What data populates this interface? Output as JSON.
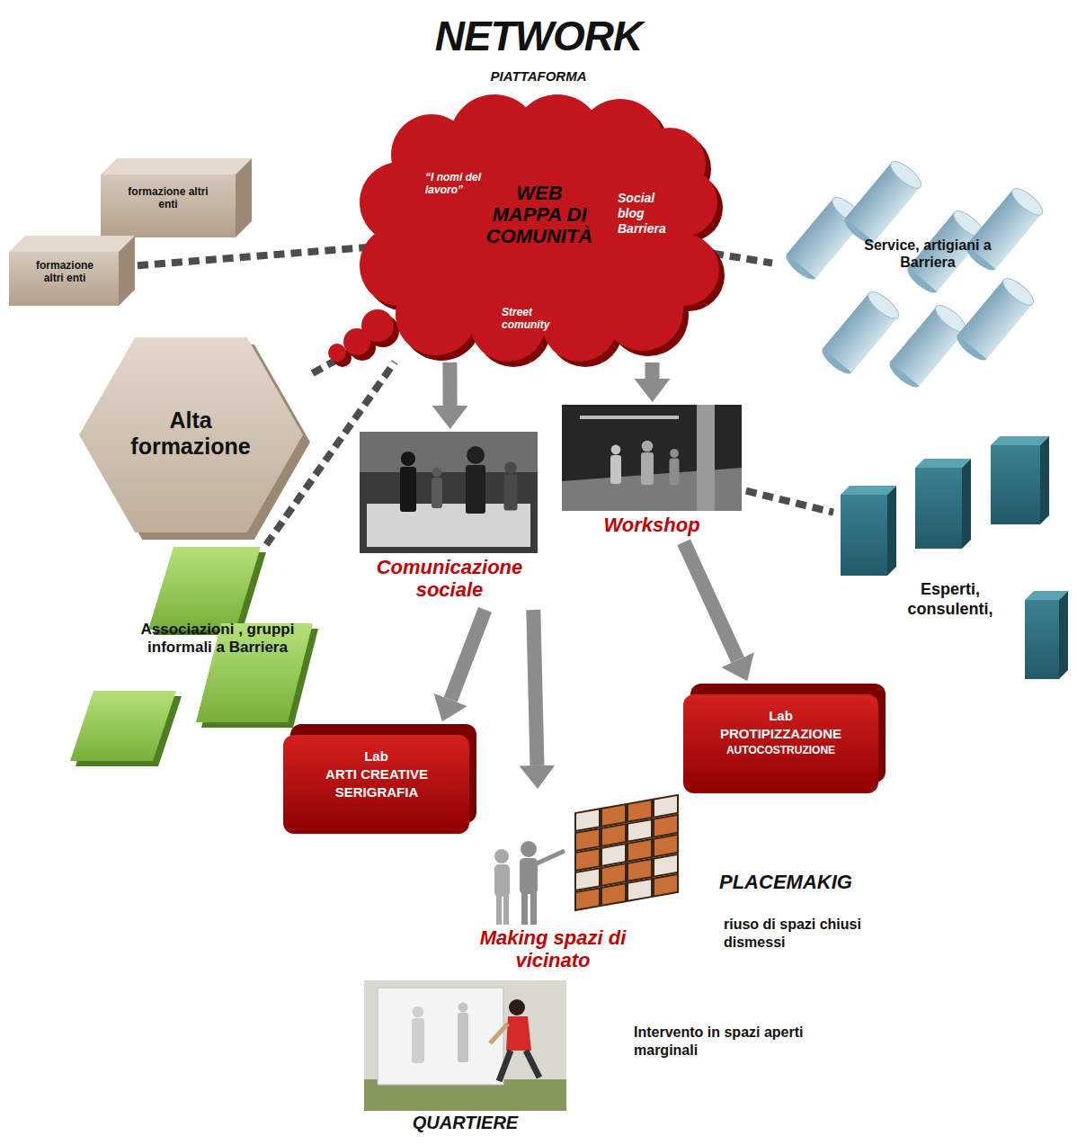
{
  "diagram": {
    "title": "NETWORK",
    "nodes": [
      {
        "text": [
          "WEB MAPPA DI COMUNITÀ",
          "“I nomi del lavoro”",
          "Social blog Barriera",
          "Street comunity"
        ]
      },
      {
        "text": [
          "formazione altri enti"
        ]
      },
      {
        "text": [
          "formazione altri enti"
        ]
      },
      {
        "text": [
          "Alta formazione"
        ]
      },
      {
        "text": [
          "Service, artigiani a Barriera"
        ]
      },
      {
        "text": [
          "Comunicazione sociale"
        ]
      },
      {
        "text": [
          "Workshop"
        ]
      },
      {
        "text": [
          "Esperti, consulenti,"
        ]
      },
      {
        "text": [
          "Associazioni , gruppi informali a Barriera"
        ]
      },
      {
        "text": [
          "Lab",
          "ARTI CREATIVE SERIGRAFIA"
        ]
      },
      {
        "text": [
          "Lab",
          "PROTIPIZZAZIONE",
          "AUTOCOSTRUZIONE"
        ]
      },
      {
        "text": [
          "Making spazi di vicinato"
        ]
      },
      {
        "text": [
          "QUARTIERE"
        ]
      }
    ],
    "edges": [
      {
        "from": 2,
        "to": 0,
        "arrow": "none"
      },
      {
        "from": 3,
        "to": 0,
        "arrow": "none"
      },
      {
        "from": 8,
        "to": 0,
        "arrow": "none"
      },
      {
        "from": 0,
        "to": 4,
        "arrow": "none"
      },
      {
        "from": 0,
        "to": 5,
        "arrow": "to"
      },
      {
        "from": 0,
        "to": 6,
        "arrow": "to"
      },
      {
        "from": 6,
        "to": 7,
        "arrow": "none"
      },
      {
        "from": 5,
        "to": 9,
        "arrow": "to"
      },
      {
        "from": 5,
        "to": 11,
        "arrow": "to"
      },
      {
        "from": 6,
        "to": 10,
        "arrow": "to"
      }
    ],
    "labels": [
      "PIATTAFORMA",
      "PLACEMAKIG",
      "riuso di spazi chiusi dismessi",
      "Intervento in spazi aperti marginali"
    ]
  }
}
